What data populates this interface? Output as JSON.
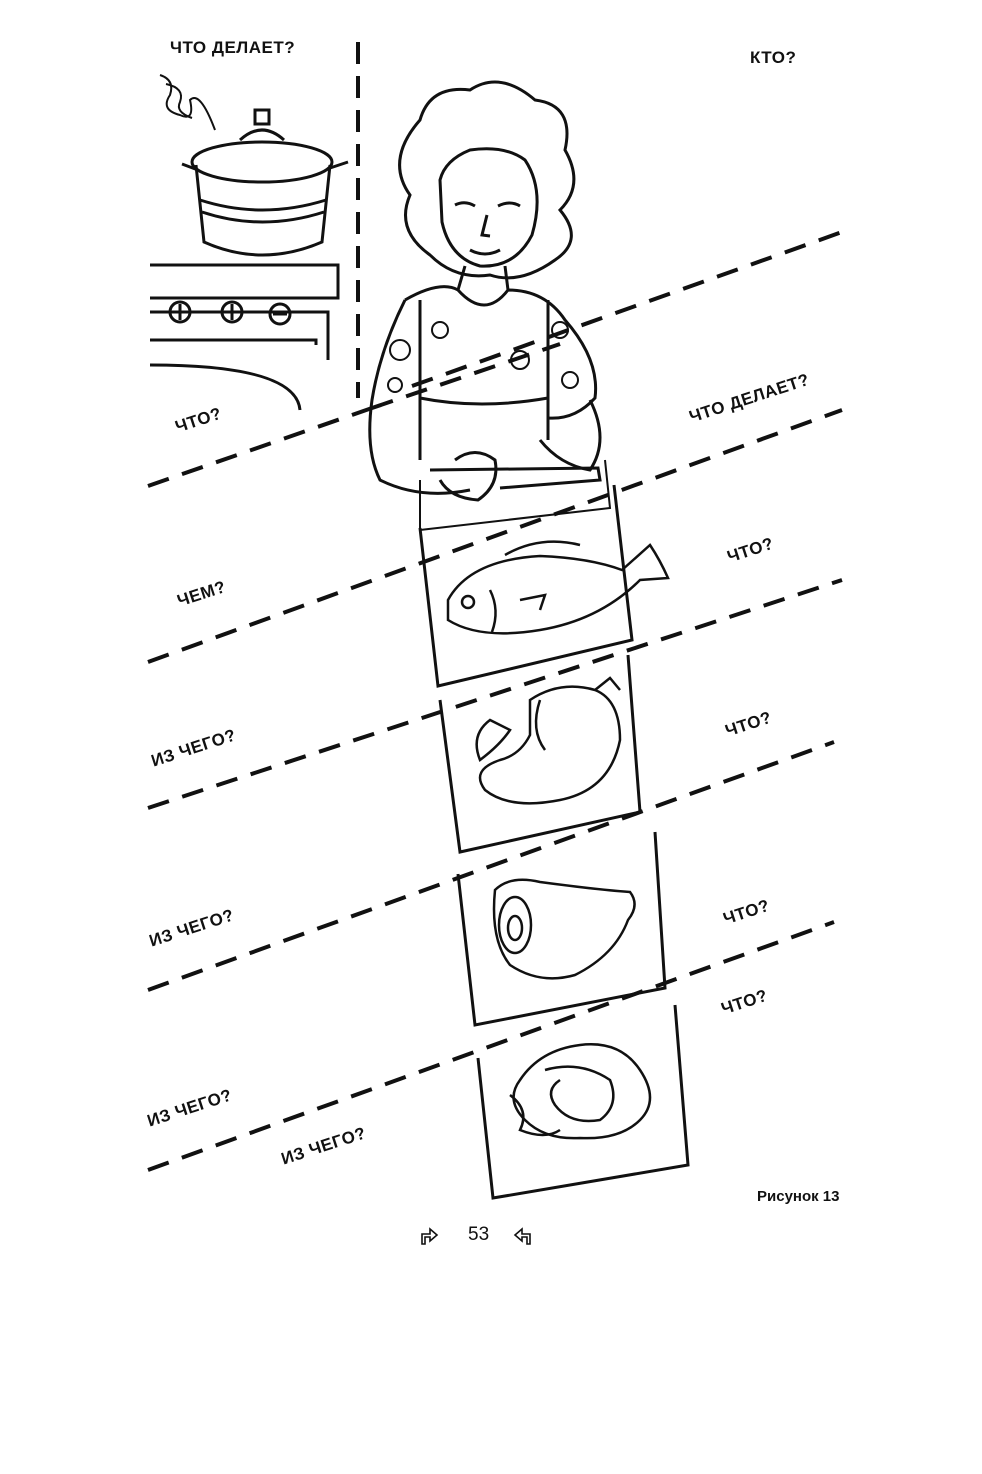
{
  "labels": {
    "who": "КТО?",
    "does_top": "ЧТО ДЕЛАЕТ?",
    "does_right": "ЧТО ДЕЛАЕТ?",
    "what_left": "ЧТО?",
    "with_what": "ЧЕМ?",
    "from_what_1": "ИЗ ЧЕГО?",
    "from_what_2": "ИЗ ЧЕГО?",
    "from_what_3": "ИЗ ЧЕГО?",
    "from_what_4": "ИЗ ЧЕГО?",
    "what_1": "ЧТО?",
    "what_2": "ЧТО?",
    "what_3": "ЧТО?",
    "what_4": "ЧТО?"
  },
  "caption": "Рисунок 13",
  "page_number": "53",
  "icons": [
    "pot-on-stove-illustration",
    "woman-cook-illustration",
    "fish-card",
    "chicken-card",
    "ham-card",
    "cabbage-card",
    "next-page-icon",
    "prev-page-icon"
  ]
}
